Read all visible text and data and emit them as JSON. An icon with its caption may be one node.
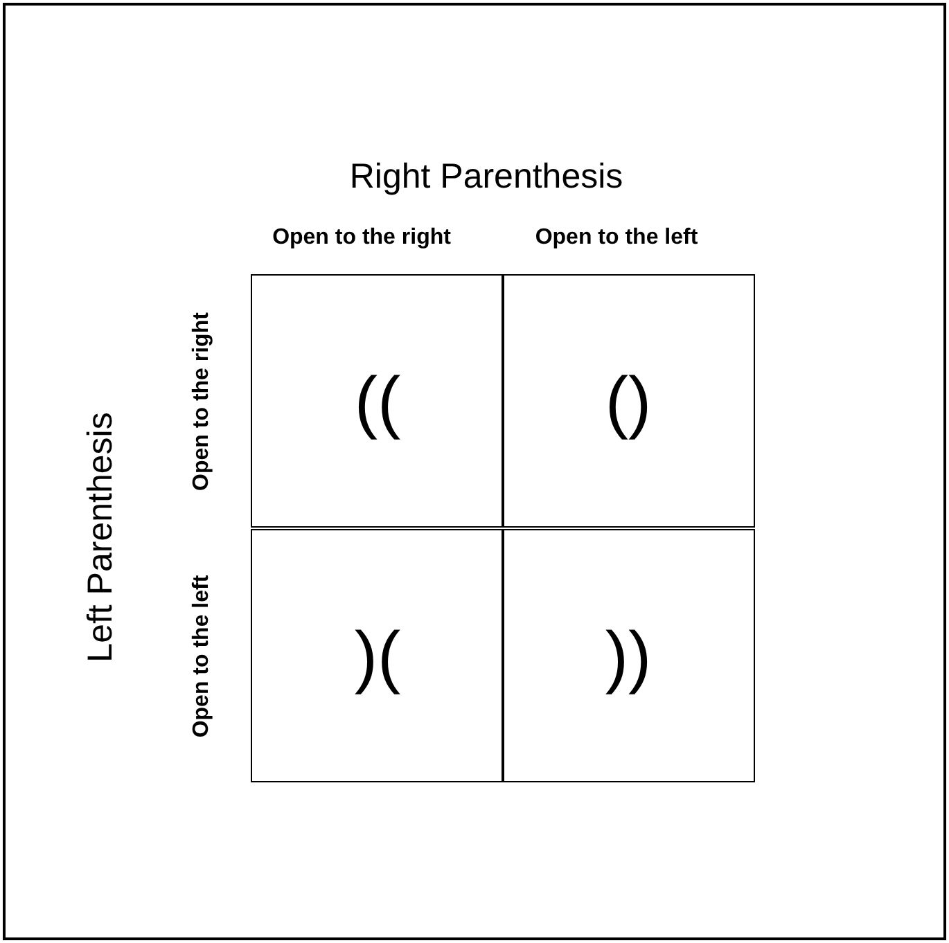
{
  "diagram": {
    "labels": [
      "Right Parenthesis",
      "Open to the right",
      "Open to the left",
      "Left Parenthesis",
      "Open to the right",
      "((",
      "()",
      "Open to the left",
      ")(",
      "))"
    ]
  }
}
